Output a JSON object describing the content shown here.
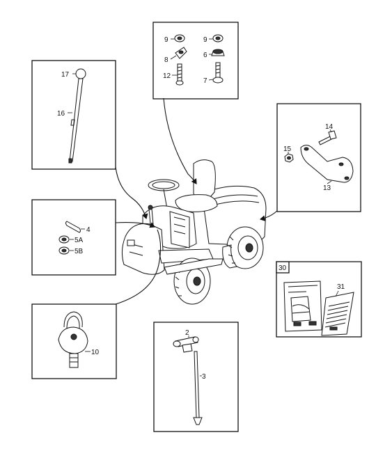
{
  "callouts": {
    "c2": "2",
    "c3": "3",
    "c4": "4",
    "c5a": "5A",
    "c5b": "5B",
    "c6": "6",
    "c7": "7",
    "c8": "8",
    "c9a": "9",
    "c9b": "9",
    "c10": "10",
    "c12": "12",
    "c13": "13",
    "c14": "14",
    "c15": "15",
    "c16": "16",
    "c17": "17",
    "c30": "30",
    "c31": "31"
  }
}
